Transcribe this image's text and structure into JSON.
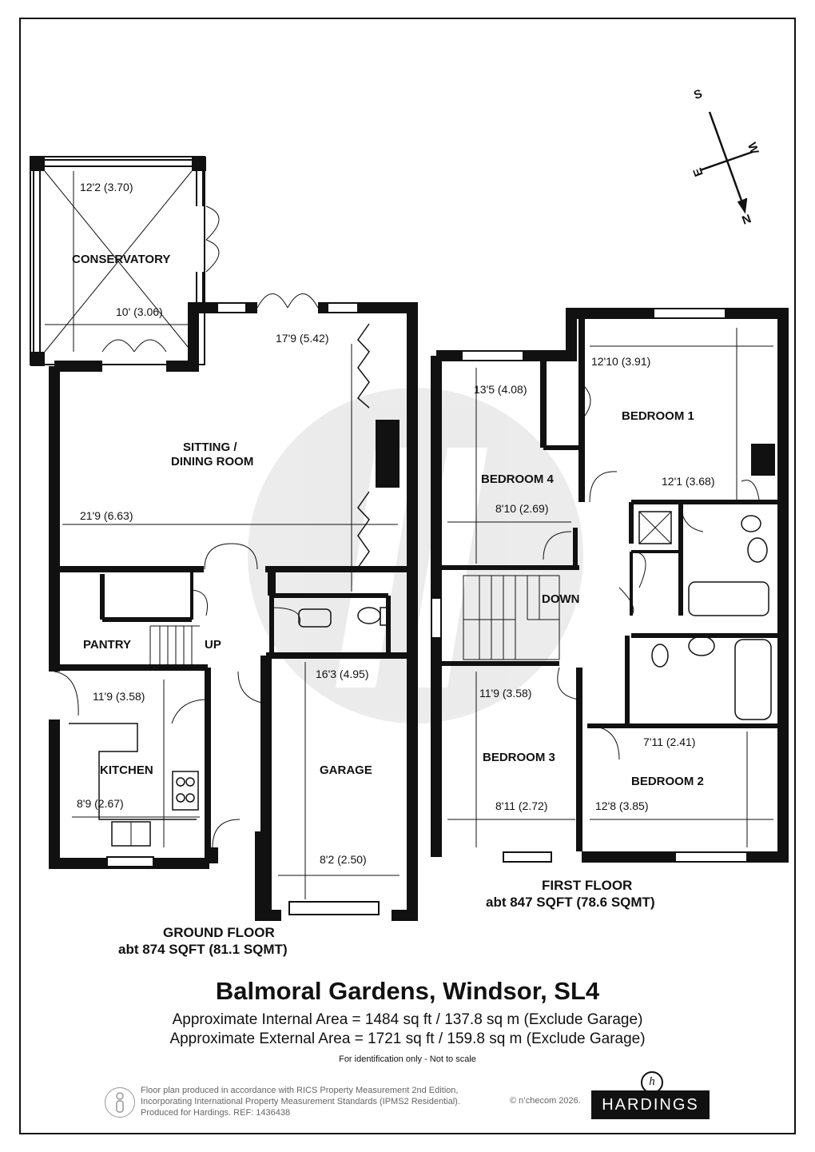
{
  "plan": {
    "ground_floor": {
      "name": "GROUND FLOOR",
      "area": "abt 874 SQFT (81.1 SQMT)",
      "rooms": {
        "conservatory": "CONSERVATORY",
        "sitting": "SITTING /",
        "dining": "DINING ROOM",
        "pantry": "PANTRY",
        "up": "UP",
        "kitchen": "KITCHEN",
        "garage": "GARAGE"
      },
      "dims": {
        "cons_1": "12'2 (3.70)",
        "cons_2": "10' (3.06)",
        "sit_1": "17'9 (5.42)",
        "sit_2": "21'9 (6.63)",
        "kit_1": "11'9 (3.58)",
        "kit_2": "8'9 (2.67)",
        "gar_1": "16'3 (4.95)",
        "gar_2": "8'2 (2.50)"
      }
    },
    "first_floor": {
      "name": "FIRST FLOOR",
      "area": "abt 847 SQFT (78.6 SQMT)",
      "rooms": {
        "bed1": "BEDROOM 1",
        "bed2": "BEDROOM 2",
        "bed3": "BEDROOM 3",
        "bed4": "BEDROOM 4",
        "down": "DOWN"
      },
      "dims": {
        "b1_1": "12'10 (3.91)",
        "b1_2": "12'1 (3.68)",
        "b4_1": "13'5 (4.08)",
        "b4_2": "8'10 (2.69)",
        "b3_1": "11'9 (3.58)",
        "b3_2": "8'11 (2.72)",
        "b2_1": "7'11 (2.41)",
        "b2_2": "12'8 (3.85)"
      }
    },
    "compass": {
      "n": "N",
      "s": "S",
      "e": "E",
      "w": "W"
    }
  },
  "title": "Balmoral Gardens, Windsor, SL4",
  "internal_area": "Approximate Internal Area = 1484 sq ft / 137.8 sq m (Exclude Garage)",
  "external_area": "Approximate External Area = 1721 sq ft / 159.8 sq m (Exclude Garage)",
  "disclaimer": "For identification only - Not to scale",
  "footer": {
    "line1": "Floor plan produced in accordance with RICS Property Measurement 2nd Edition,",
    "line2": "Incorporating International Property Measurement Standards (IPMS2 Residential).",
    "line3": "Produced for Hardings.   REF:   1436438",
    "copyright": "© n’checom 2026."
  },
  "brand": {
    "name": "HARDINGS",
    "mark": "h"
  }
}
